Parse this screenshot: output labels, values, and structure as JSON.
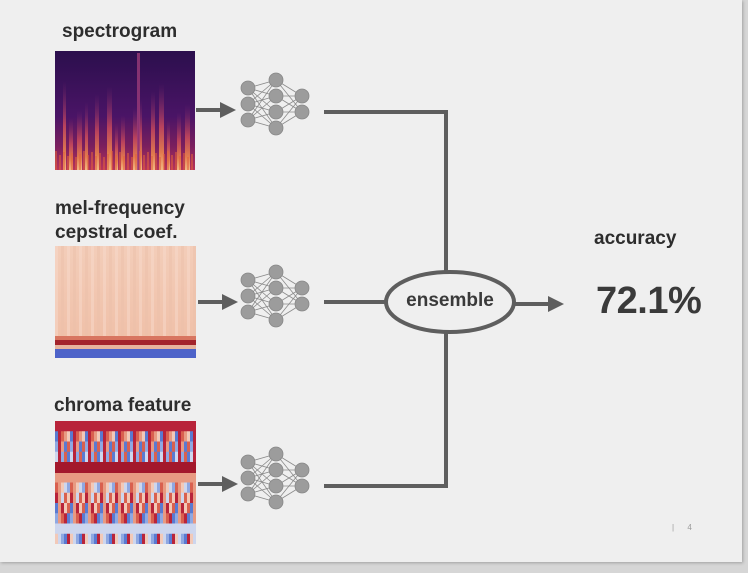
{
  "features": [
    {
      "id": "spectrogram",
      "label_lines": [
        "spectrogram"
      ]
    },
    {
      "id": "mfcc",
      "label_lines": [
        "mel-frequency",
        "cepstral coef."
      ]
    },
    {
      "id": "chroma",
      "label_lines": [
        "chroma feature"
      ]
    }
  ],
  "ensemble_label": "ensemble",
  "result": {
    "label": "accuracy",
    "value": "72.1%"
  },
  "page": {
    "separator": "|",
    "number": "4"
  },
  "colors": {
    "arrow": "#5e5e5e",
    "node": "#9c9c9c",
    "slide_bg": "#efefef"
  }
}
